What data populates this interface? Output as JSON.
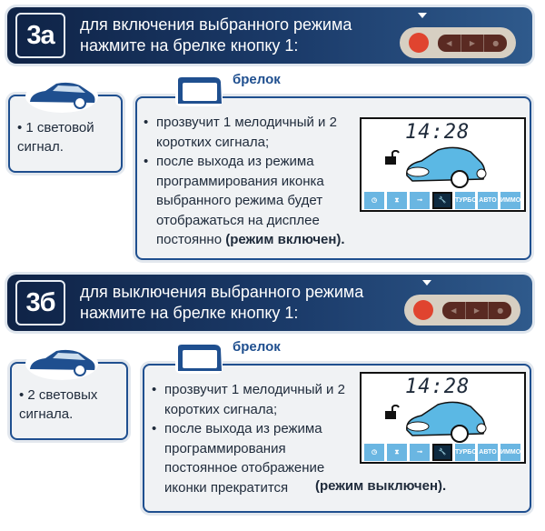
{
  "sections": [
    {
      "badge": "3а",
      "header_line1": "для включения выбранного режима",
      "header_line2": "нажмите на брелке кнопку 1:",
      "car_signal": "1 световой сигнал.",
      "fob_label": "брелок",
      "items": [
        "прозвучит 1 мелодичный и 2 коротких  сигнала;",
        "после выхода из режима программирования иконка выбранного режима будет отображаться на дисплее постоянно "
      ],
      "emphasis": "(режим включен)."
    },
    {
      "badge": "3б",
      "header_line1": "для выключения выбранного режима",
      "header_line2": "нажмите на брелке кнопку 1:",
      "car_signal": "2 световых сигнала.",
      "fob_label": "брелок",
      "items": [
        "прозвучит 1 мелодичный и 2 коротких  сигнала;",
        "после выхода из режима программирования постоянное отображение иконки прекратится "
      ],
      "emphasis": "(режим выключен)."
    }
  ],
  "display": {
    "time": "14:28",
    "icons": [
      "clock-icon",
      "hourglass-icon",
      "thermo-key-icon",
      "wrench-icon",
      "ТУРБО",
      "АВТО",
      "ИММО"
    ],
    "selected_icon": "wrench-icon"
  },
  "fob_buttons": [
    "◀",
    "▶",
    "●"
  ],
  "colors": {
    "header": "#1b3b6a",
    "accent": "#1f4f8f",
    "fob_button": "#e0442f",
    "lcd_icon": "#6ab6e2"
  }
}
